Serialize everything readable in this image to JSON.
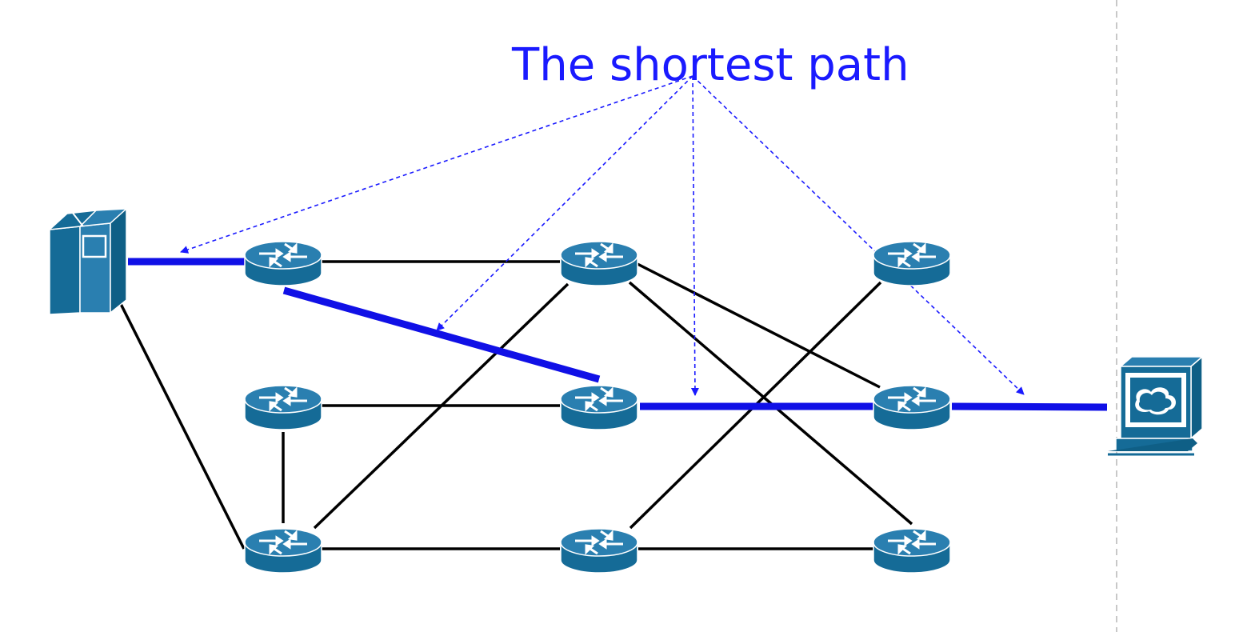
{
  "diagram": {
    "title": "The shortest path",
    "colors": {
      "title": "#1a1aff",
      "highlight": "#1010e6",
      "edge": "#000000",
      "device_top": "#2a7fb0",
      "device_side": "#156b97",
      "device_dark": "#0f5f86",
      "separator": "#c8c8c8"
    },
    "nodes": [
      {
        "id": "server",
        "type": "server",
        "icon": "server-icon"
      },
      {
        "id": "r1",
        "type": "router",
        "icon": "router-icon"
      },
      {
        "id": "r2",
        "type": "router",
        "icon": "router-icon"
      },
      {
        "id": "r3",
        "type": "router",
        "icon": "router-icon"
      },
      {
        "id": "r4",
        "type": "router",
        "icon": "router-icon"
      },
      {
        "id": "r5",
        "type": "router",
        "icon": "router-icon"
      },
      {
        "id": "r6",
        "type": "router",
        "icon": "router-icon"
      },
      {
        "id": "r7",
        "type": "router",
        "icon": "router-icon"
      },
      {
        "id": "r8",
        "type": "router",
        "icon": "router-icon"
      },
      {
        "id": "r9",
        "type": "router",
        "icon": "router-icon"
      },
      {
        "id": "client",
        "type": "workstation",
        "icon": "workstation-icon"
      }
    ],
    "links": [
      {
        "from": "server",
        "to": "r1",
        "highlight": true
      },
      {
        "from": "r1",
        "to": "r5",
        "highlight": true
      },
      {
        "from": "r5",
        "to": "r6",
        "highlight": true
      },
      {
        "from": "r6",
        "to": "client",
        "highlight": true
      },
      {
        "from": "r1",
        "to": "r2",
        "highlight": false
      },
      {
        "from": "server",
        "to": "r7",
        "highlight": false
      },
      {
        "from": "r2",
        "to": "r6",
        "highlight": false
      },
      {
        "from": "r2",
        "to": "r9",
        "highlight": false
      },
      {
        "from": "r2",
        "to": "r7",
        "highlight": false
      },
      {
        "from": "r3",
        "to": "r8",
        "highlight": false
      },
      {
        "from": "r4",
        "to": "r5",
        "highlight": false
      },
      {
        "from": "r4",
        "to": "r7",
        "highlight": false
      },
      {
        "from": "r7",
        "to": "r8",
        "highlight": false
      },
      {
        "from": "r8",
        "to": "r9",
        "highlight": false
      }
    ],
    "annotation_arrows": [
      "server-r1",
      "r1-r5",
      "r5-r6",
      "r6-client"
    ]
  }
}
